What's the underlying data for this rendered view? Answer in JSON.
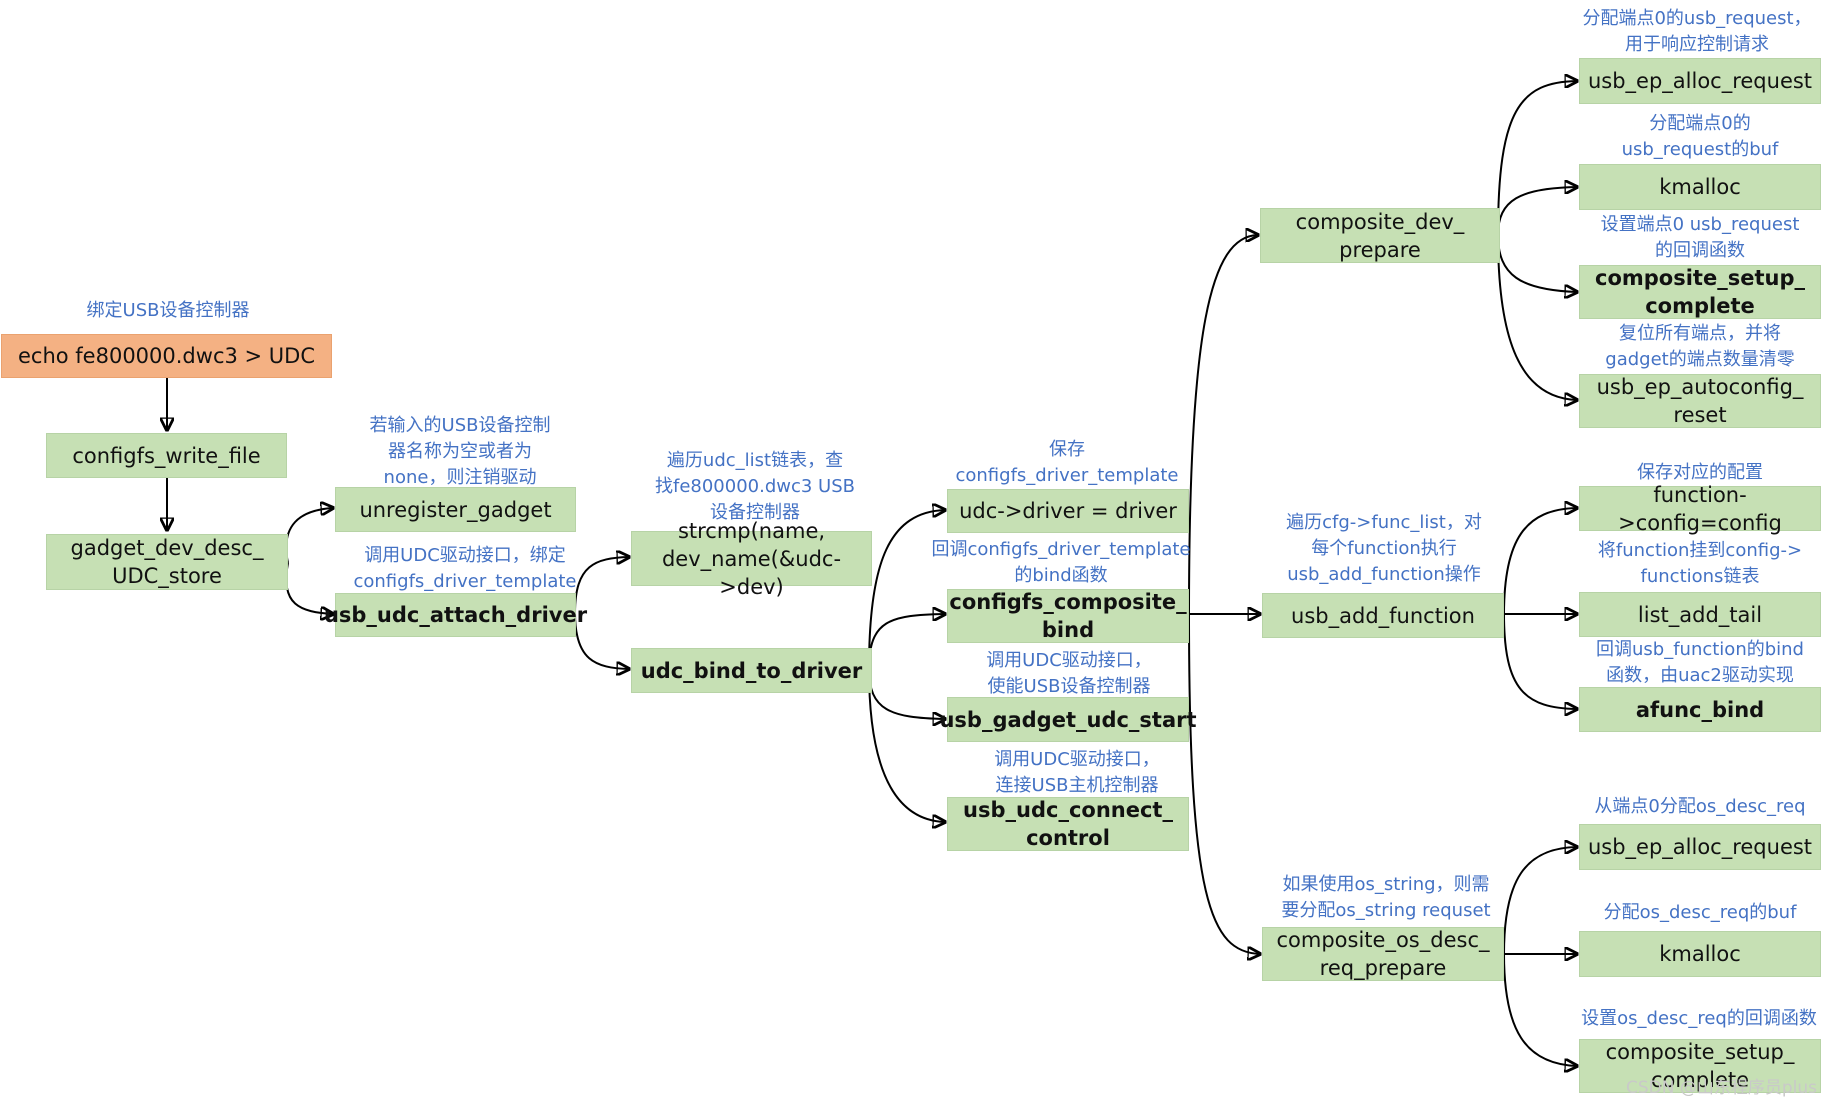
{
  "notes": {
    "bind_udc": "绑定USB设备控制器",
    "unregister": "若输入的USB设备控制\n器名称为空或者为\nnone，则注销驱动",
    "attach": "调用UDC驱动接口，绑定\nconfigfs_driver_template",
    "strcmp": "遍历udc_list链表，查\n找fe800000.dwc3 USB\n设备控制器",
    "save_template": "保存\nconfigfs_driver_template",
    "bind_cb": "回调configfs_driver_template\n的bind函数",
    "udc_start": "调用UDC驱动接口，\n使能USB设备控制器",
    "connect": "调用UDC驱动接口，\n连接USB主机控制器",
    "alloc_req": "分配端点0的usb_request，\n用于响应控制请求",
    "alloc_buf": "分配端点0的\nusb_request的buf",
    "setup_cb": "设置端点0 usb_request\n的回调函数",
    "autoconfig": "复位所有端点，并将\ngadget的端点数量清零",
    "add_function": "遍历cfg->func_list，对\n每个function执行\nusb_add_function操作",
    "save_config": "保存对应的配置",
    "list_add": "将function挂到config->\nfunctions链表",
    "afunc": "回调usb_function的bind\n函数，由uac2驱动实现",
    "os_desc": "如果使用os_string，则需\n要分配os_string requset",
    "os_alloc_req": "从端点0分配os_desc_req",
    "os_alloc_buf": "分配os_desc_req的buf",
    "os_setup": "设置os_desc_req的回调函数"
  },
  "boxes": {
    "echo": "echo fe800000.dwc3 > UDC",
    "configfs_write_file": "configfs_write_file",
    "gadget_dev_desc": "gadget_dev_desc_\nUDC_store",
    "unregister_gadget": "unregister_gadget",
    "usb_udc_attach_driver": "usb_udc_attach_driver",
    "strcmp": "strcmp(name,\ndev_name(&udc->dev)",
    "udc_bind_to_driver": "udc_bind_to_driver",
    "udc_driver": "udc->driver = driver",
    "configfs_composite_bind": "configfs_composite_\nbind",
    "usb_gadget_udc_start": "usb_gadget_udc_start",
    "usb_udc_connect_control": "usb_udc_connect_\ncontrol",
    "composite_dev_prepare": "composite_dev_\nprepare",
    "usb_add_function": "usb_add_function",
    "composite_os_desc": "composite_os_desc_\nreq_prepare",
    "usb_ep_alloc_request_1": "usb_ep_alloc_request",
    "kmalloc_1": "kmalloc",
    "composite_setup_complete_1": "composite_setup_\ncomplete",
    "usb_ep_autoconfig_reset": "usb_ep_autoconfig_\nreset",
    "function_config": "function->config=config",
    "list_add_tail": "list_add_tail",
    "afunc_bind": "afunc_bind",
    "usb_ep_alloc_request_2": "usb_ep_alloc_request",
    "kmalloc_2": "kmalloc",
    "composite_setup_complete_2": "composite_setup_\ncomplete"
  },
  "watermark": "CSDN @山东程序员plus",
  "colors": {
    "box_fill": "#c6e0b4",
    "start_fill": "#f4b183",
    "note_text": "#4472c4",
    "arrow": "#000000"
  }
}
